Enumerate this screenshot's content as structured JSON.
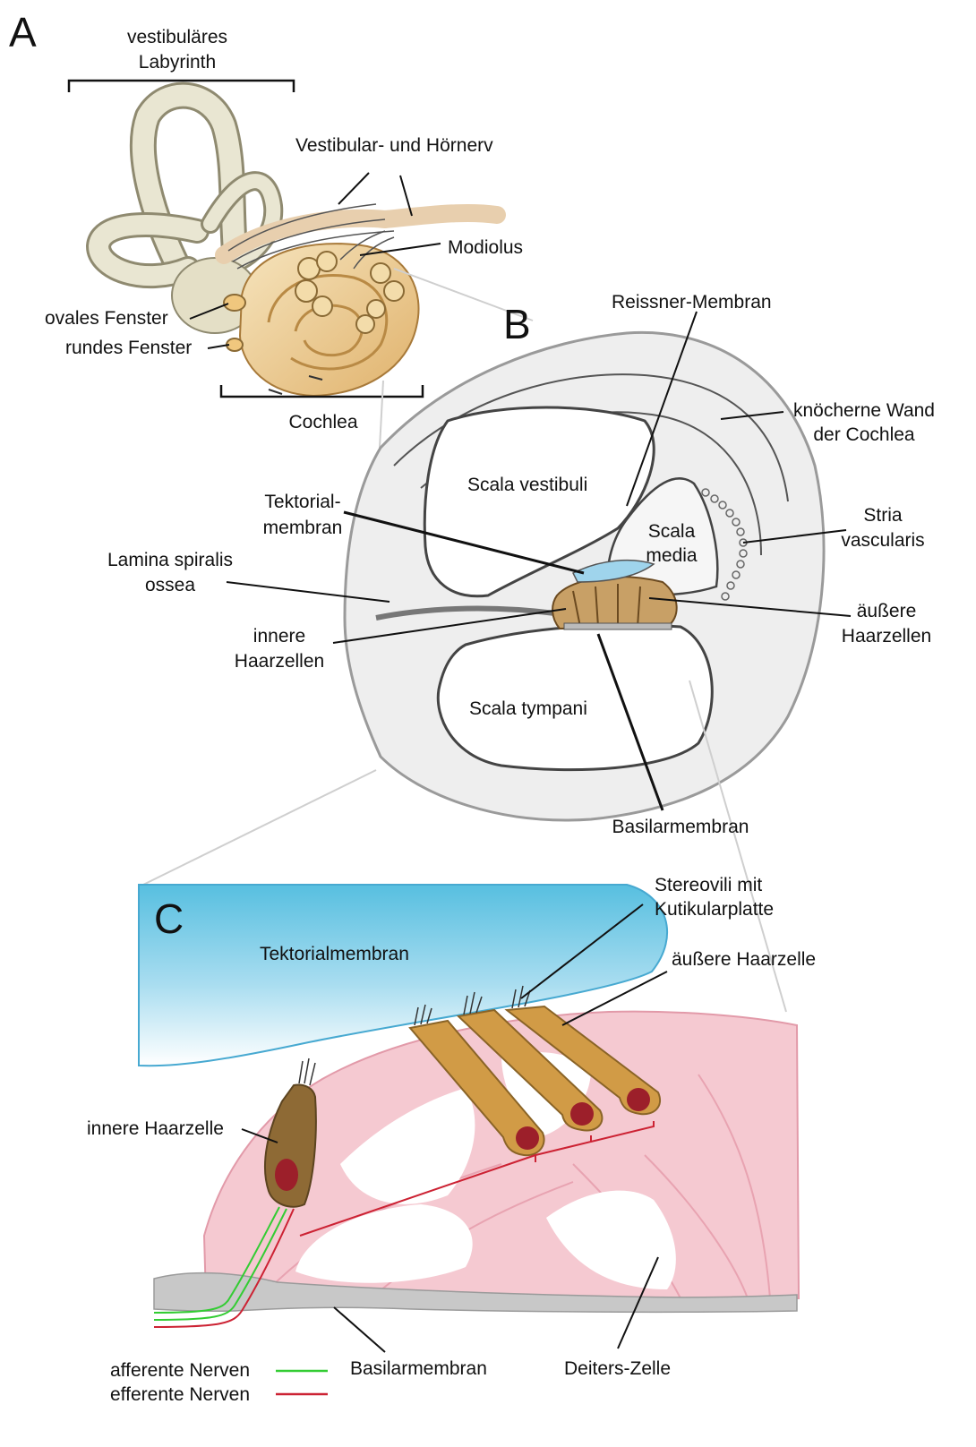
{
  "panels": {
    "a": "A",
    "b": "B",
    "c": "C"
  },
  "panel_a": {
    "vestibular_labyrinth": [
      "vestibuläres",
      "Labyrinth"
    ],
    "nerve": "Vestibular- und Hörnerv",
    "modiolus": "Modiolus",
    "oval_window": "ovales Fenster",
    "round_window": "rundes Fenster",
    "cochlea": "Cochlea"
  },
  "panel_b": {
    "reissner": "Reissner-Membran",
    "bony_wall": [
      "knöcherne Wand",
      "der Cochlea"
    ],
    "scala_vestibuli": "Scala vestibuli",
    "scala_media": [
      "Scala",
      "media"
    ],
    "tectorial": [
      "Tektorial-",
      "membran"
    ],
    "stria": [
      "Stria",
      "vascularis"
    ],
    "lamina": [
      "Lamina spiralis",
      "ossea"
    ],
    "outer_hair_cells": [
      "äußere",
      "Haarzellen"
    ],
    "inner_hair_cells": [
      "innere",
      "Haarzellen"
    ],
    "scala_tympani": "Scala tympani",
    "basilar": "Basilarmembran"
  },
  "panel_c": {
    "stereovilli": [
      "Stereovili mit",
      "Kutikularplatte"
    ],
    "tectorial": "Tektorialmembran",
    "outer_hair_cell": "äußere Haarzelle",
    "inner_hair_cell": "innere Haarzelle",
    "basilar": "Basilarmembran",
    "deiters": "Deiters-Zelle"
  },
  "legend": {
    "afferent": "afferente Nerven",
    "efferent": "efferente Nerven",
    "afferent_color": "#33cc33",
    "efferent_color": "#cc2233"
  }
}
